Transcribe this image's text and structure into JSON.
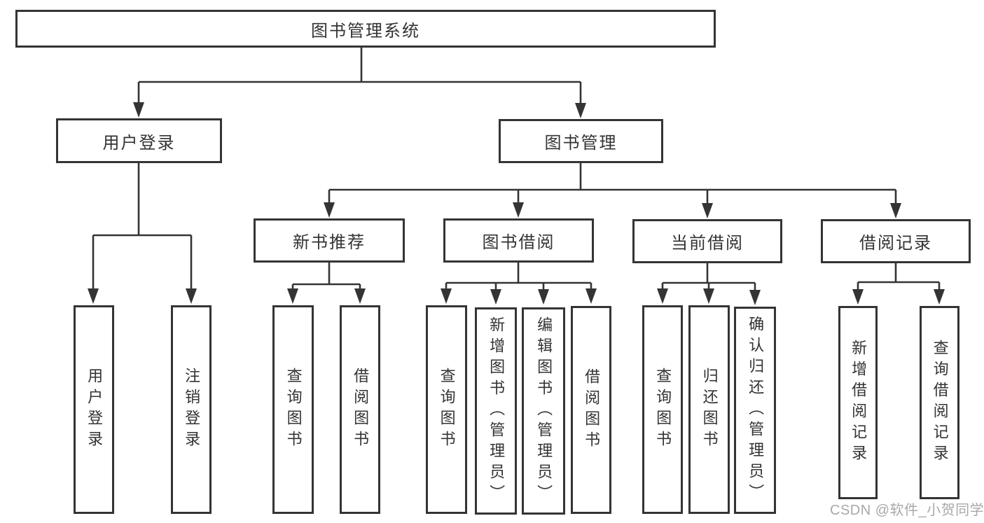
{
  "title": "图书管理系统",
  "watermark": "CSDN @软件_小贺同学",
  "colors": {
    "line": "#343434",
    "box_border": "#343434",
    "box_fill": "#ffffff",
    "text": "#333333",
    "watermark": "#9e9e9e",
    "background": "#ffffff"
  },
  "tree": {
    "label": "图书管理系统",
    "children": [
      {
        "label": "用户登录",
        "children": [
          {
            "label": "用户登录"
          },
          {
            "label": "注销登录"
          }
        ]
      },
      {
        "label": "图书管理",
        "children": [
          {
            "label": "新书推荐",
            "children": [
              {
                "label": "查询图书"
              },
              {
                "label": "借阅图书"
              }
            ]
          },
          {
            "label": "图书借阅",
            "children": [
              {
                "label": "查询图书"
              },
              {
                "label": "新增图书（管理员）"
              },
              {
                "label": "编辑图书（管理员）"
              },
              {
                "label": "借阅图书"
              }
            ]
          },
          {
            "label": "当前借阅",
            "children": [
              {
                "label": "查询图书"
              },
              {
                "label": "归还图书"
              },
              {
                "label": "确认归还（管理员）"
              }
            ]
          },
          {
            "label": "借阅记录",
            "children": [
              {
                "label": "新增借阅记录"
              },
              {
                "label": "查询借阅记录"
              }
            ]
          }
        ]
      }
    ]
  }
}
